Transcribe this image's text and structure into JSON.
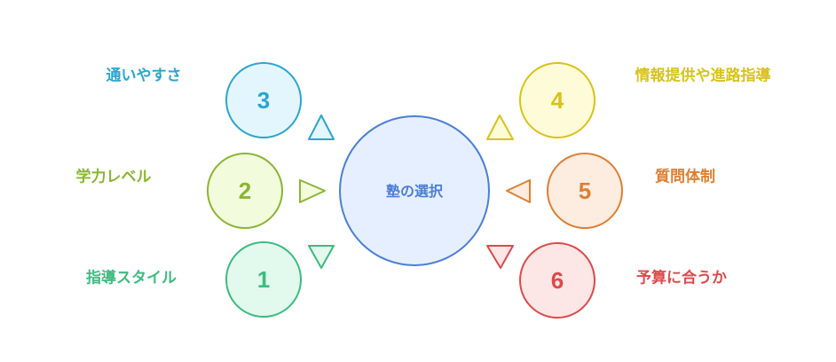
{
  "center": {
    "label": "塾の選択",
    "color": "#4a7fd4",
    "fill": "#e6efff"
  },
  "nodes": [
    {
      "num": "3",
      "label": "通いやすさ",
      "color": "#2aa5d0",
      "fill": "#e4f6fd"
    },
    {
      "num": "2",
      "label": "学力レベル",
      "color": "#8ab532",
      "fill": "#f2fbdc"
    },
    {
      "num": "1",
      "label": "指導スタイル",
      "color": "#3dbb7f",
      "fill": "#e2f9ee"
    },
    {
      "num": "4",
      "label": "情報提供や進路指導",
      "color": "#d9c21a",
      "fill": "#fefbd9"
    },
    {
      "num": "5",
      "label": "質問体制",
      "color": "#dd7f33",
      "fill": "#fdece0"
    },
    {
      "num": "6",
      "label": "予算に合うか",
      "color": "#dc4a4a",
      "fill": "#fde6e6"
    }
  ]
}
